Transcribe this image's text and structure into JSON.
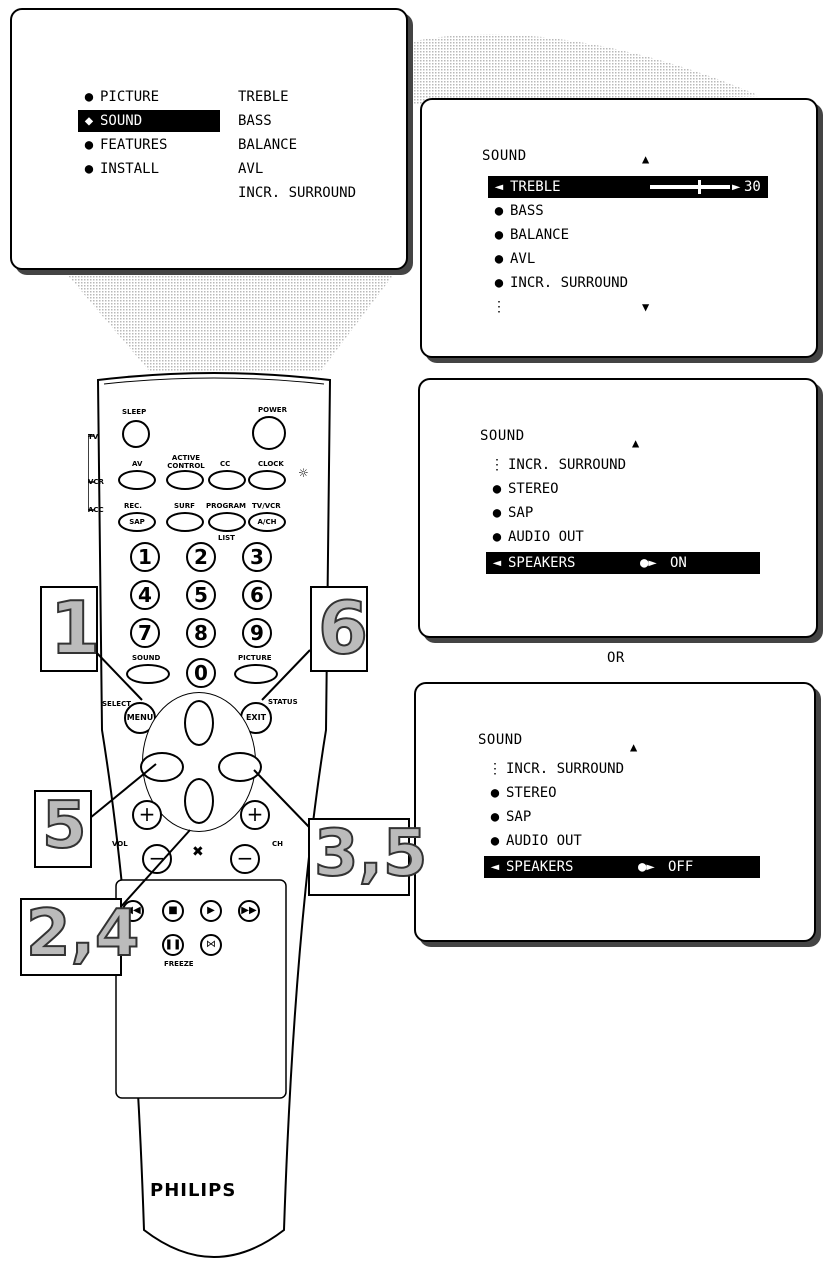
{
  "main_menu": {
    "left_items": [
      {
        "marker": "●",
        "label": "PICTURE"
      },
      {
        "marker": "◆",
        "label": "SOUND"
      },
      {
        "marker": "●",
        "label": "FEATURES"
      },
      {
        "marker": "●",
        "label": "INSTALL"
      }
    ],
    "right_items": [
      "TREBLE",
      "BASS",
      "BALANCE",
      "AVL",
      "INCR. SURROUND"
    ]
  },
  "screen_treble": {
    "title": "SOUND",
    "highlight_label": "TREBLE",
    "slider_value": "30",
    "slider_level": 0.6,
    "items": [
      "BASS",
      "BALANCE",
      "AVL",
      "INCR. SURROUND"
    ]
  },
  "screen_speakers_on": {
    "title": "SOUND",
    "items": [
      "INCR. SURROUND",
      "STEREO",
      "SAP",
      "AUDIO OUT"
    ],
    "highlight_label": "SPEAKERS",
    "highlight_value": "ON"
  },
  "separator": "OR",
  "screen_speakers_off": {
    "title": "SOUND",
    "items": [
      "INCR. SURROUND",
      "STEREO",
      "SAP",
      "AUDIO OUT"
    ],
    "highlight_label": "SPEAKERS",
    "highlight_value": "OFF"
  },
  "steps": {
    "s1": "1",
    "s6": "6",
    "s5": "5",
    "s35": "3,5",
    "s24": "2,4"
  },
  "remote": {
    "brand": "PHILIPS",
    "mode_labels": [
      "TV",
      "VCR",
      "ACC"
    ],
    "sleep": "SLEEP",
    "power": "POWER",
    "av": "AV",
    "active_control": "ACTIVE CONTROL",
    "cc": "CC",
    "clock": "CLOCK",
    "rec": "REC.",
    "sap": "SAP",
    "surf": "SURF",
    "program": "PROGRAM",
    "list": "LIST",
    "tvvcr": "TV/VCR",
    "ach": "A/CH",
    "digits": [
      "1",
      "2",
      "3",
      "4",
      "5",
      "6",
      "7",
      "8",
      "9",
      "0"
    ],
    "sound": "SOUND",
    "picture": "PICTURE",
    "select": "SELECT",
    "menu": "MENU",
    "exit": "EXIT",
    "status": "STATUS",
    "vol": "VOL",
    "ch": "CH",
    "plus": "+",
    "minus": "−",
    "mute": "✖",
    "freeze": "FREEZE",
    "transport": [
      "◀◀",
      "■",
      "▶",
      "▶▶",
      "❚❚",
      "⋈"
    ]
  }
}
